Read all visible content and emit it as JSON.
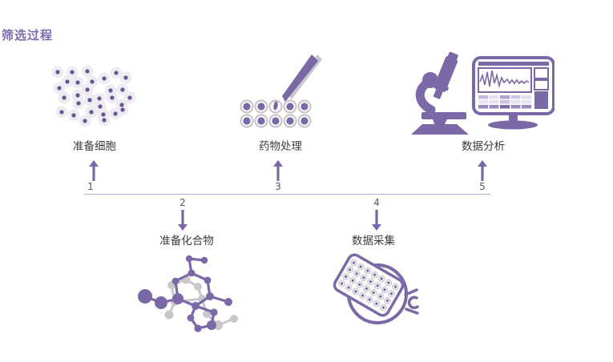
{
  "title": "筛选过程",
  "diagram": {
    "steps": [
      {
        "number": "1",
        "label": "准备细胞",
        "icon": "cells-icon",
        "side": "top"
      },
      {
        "number": "2",
        "label": "准备化合物",
        "icon": "molecule-icon",
        "side": "bottom"
      },
      {
        "number": "3",
        "label": "药物处理",
        "icon": "pipette-wellplate-icon",
        "side": "top"
      },
      {
        "number": "4",
        "label": "数据采集",
        "icon": "microplate-reader-icon",
        "side": "bottom"
      },
      {
        "number": "5",
        "label": "数据分析",
        "icon": "microscope-monitor-icon",
        "side": "top"
      }
    ],
    "colors": {
      "accent": "#7b68a6",
      "accent_dark": "#6b5591",
      "accent_mid": "#9a8ac0",
      "accent_light": "#cdc3e4",
      "accent_lighter": "#e8e3f3",
      "halo": "#ececf2",
      "gray": "#c8c7cc",
      "timeline_line": "#b5a7cf",
      "title_text": "#7d6aae",
      "label_text": "#3c3c3c",
      "number_text": "#5c5568"
    }
  }
}
